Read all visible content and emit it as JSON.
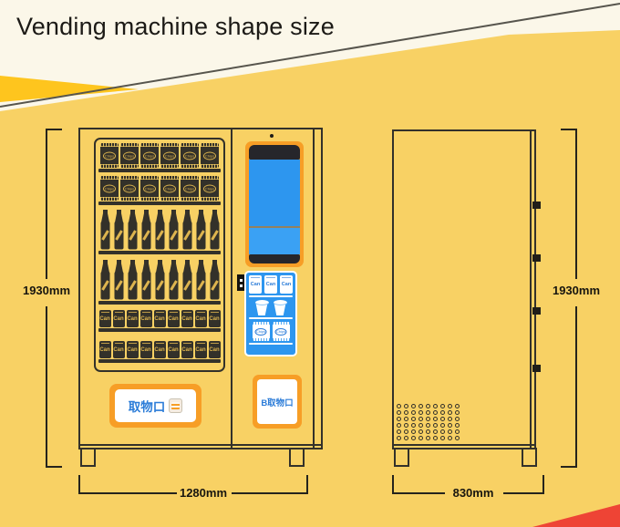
{
  "title": "Vending machine shape size",
  "colors": {
    "cream": "#FBF7E9",
    "yellow": "#F8D164",
    "gold": "#FEC51E",
    "red": "#EE4435",
    "orange": "#F79E26",
    "screen_blue": "#2D96EF",
    "screen_blue_light": "#3AA1F4",
    "bezel_dark": "#26262B",
    "line_dark": "#33312A",
    "label_yellow": "#DDB44E",
    "text_blue": "#2B7CD8"
  },
  "front_view": {
    "height_label": "1930mm",
    "width_label": "1280mm",
    "shelves": [
      {
        "type": "chips",
        "count": 6,
        "item_label": "Chips"
      },
      {
        "type": "chips",
        "count": 6,
        "item_label": "Chips"
      },
      {
        "type": "bottle",
        "count": 9,
        "item_label": ""
      },
      {
        "type": "bottle",
        "count": 9,
        "item_label": ""
      },
      {
        "type": "can",
        "count": 9,
        "item_label": "Can"
      },
      {
        "type": "can",
        "count": 9,
        "item_label": "Can"
      }
    ],
    "dispenser": {
      "compartment_rows": [
        {
          "type": "can",
          "count": 3,
          "item_label": "Can"
        },
        {
          "type": "cup",
          "count": 2,
          "item_label": ""
        },
        {
          "type": "chips",
          "count": 2,
          "item_label": "Chips"
        }
      ],
      "pickup_label": "取物口",
      "pickup_b_label": "B取物口"
    }
  },
  "side_view": {
    "height_label": "1930mm",
    "depth_label": "830mm",
    "vent_grid": {
      "rows": 6,
      "cols": 9
    },
    "hinge_count": 4
  }
}
